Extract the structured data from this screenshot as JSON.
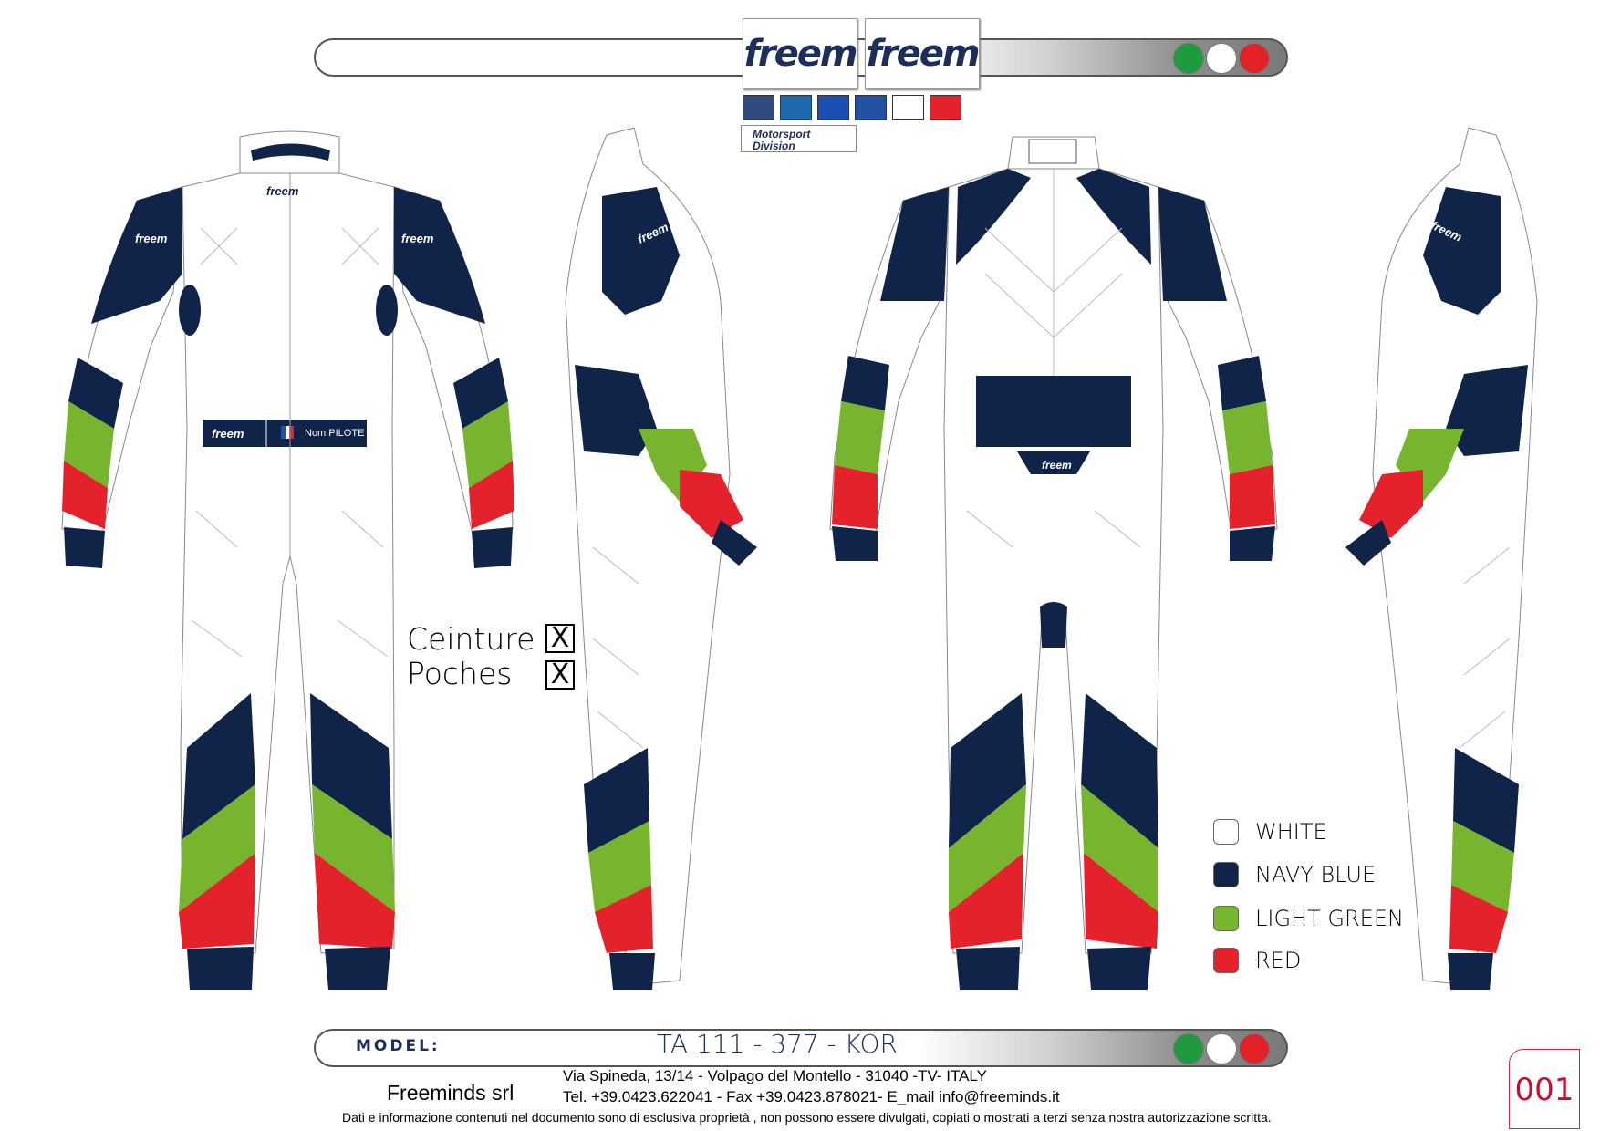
{
  "brand": {
    "logo_text": "freem",
    "division_line1": "Motorsport",
    "division_line2": "Division"
  },
  "palette_swatches": [
    "#30497e",
    "#1f6aad",
    "#1b4fb3",
    "#2451a3",
    "#ffffff",
    "#e3222b"
  ],
  "suit_colors": {
    "white": "#ffffff",
    "navy": "#0f2448",
    "green": "#77b52e",
    "red": "#e3222b"
  },
  "badges": {
    "belt_logo": "freem",
    "pilot_name": "Nom PILOTE",
    "sleeve_logo": "freem",
    "back_logo": "freem",
    "collar_logo": "freem"
  },
  "options": [
    {
      "label": "Ceinture",
      "mark": "X"
    },
    {
      "label": "Poches",
      "mark": "X"
    }
  ],
  "legend": [
    {
      "label": "WHITE",
      "color": "#ffffff"
    },
    {
      "label": "NAVY BLUE",
      "color": "#0f2448"
    },
    {
      "label": "LIGHT GREEN",
      "color": "#77b52e"
    },
    {
      "label": "RED",
      "color": "#e3222b"
    }
  ],
  "model": {
    "label": "MODEL:",
    "value": "TA 111 - 377 - KOR"
  },
  "footer": {
    "company": "Freeminds srl",
    "address": "Via Spineda, 13/14  - Volpago del Montello - 31040 -TV- ITALY",
    "contact": "Tel. +39.0423.622041 - Fax +39.0423.878021- E_mail  info@freeminds.it",
    "disclaimer": "Dati e informazione contenuti nel documento sono di esclusiva proprietà  , non possono essere divulgati, copiati o mostrati a terzi senza nostra autorizzazione scritta."
  },
  "page_number": "001"
}
